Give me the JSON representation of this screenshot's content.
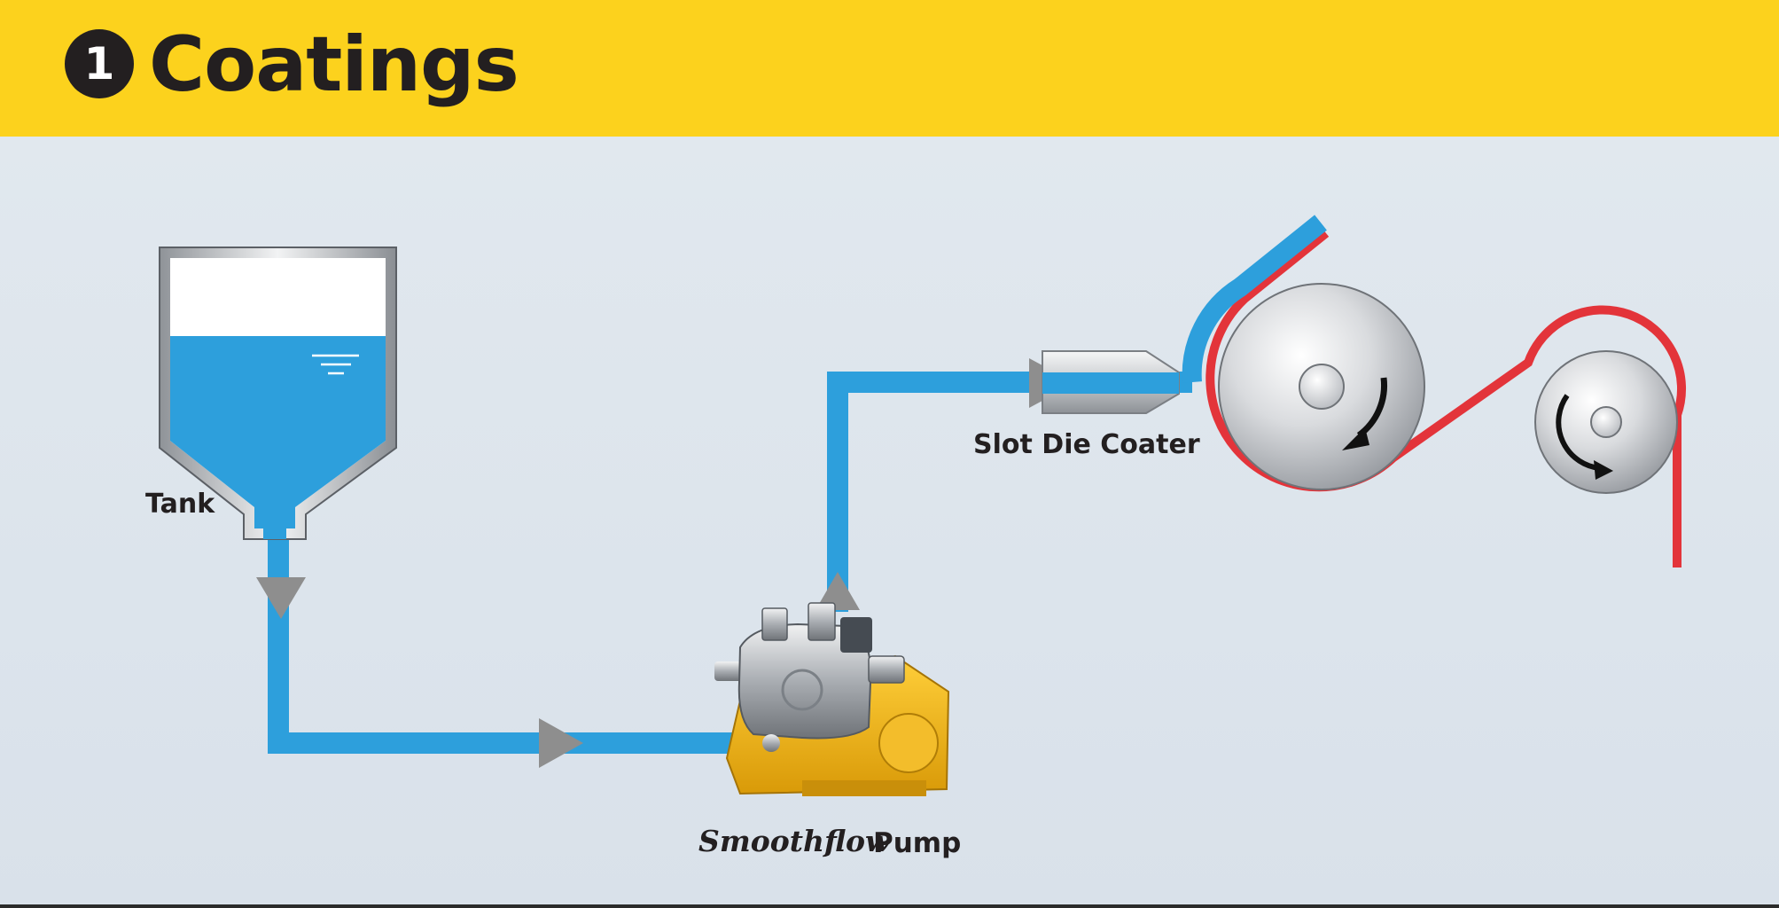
{
  "header": {
    "step_number": "1",
    "title": "Coatings",
    "background_color": "#fcd21d"
  },
  "diagram": {
    "tank_label": "Tank",
    "coater_label": "Slot Die Coater",
    "pump_brand": "Smoothflow",
    "pump_label": "Pump",
    "colors": {
      "fluid": "#2d9fdc",
      "substrate": "#e3343a",
      "arrow": "#8e8e8e",
      "pump_body": "#f4b31c",
      "steel": "#c8cbcf"
    }
  }
}
